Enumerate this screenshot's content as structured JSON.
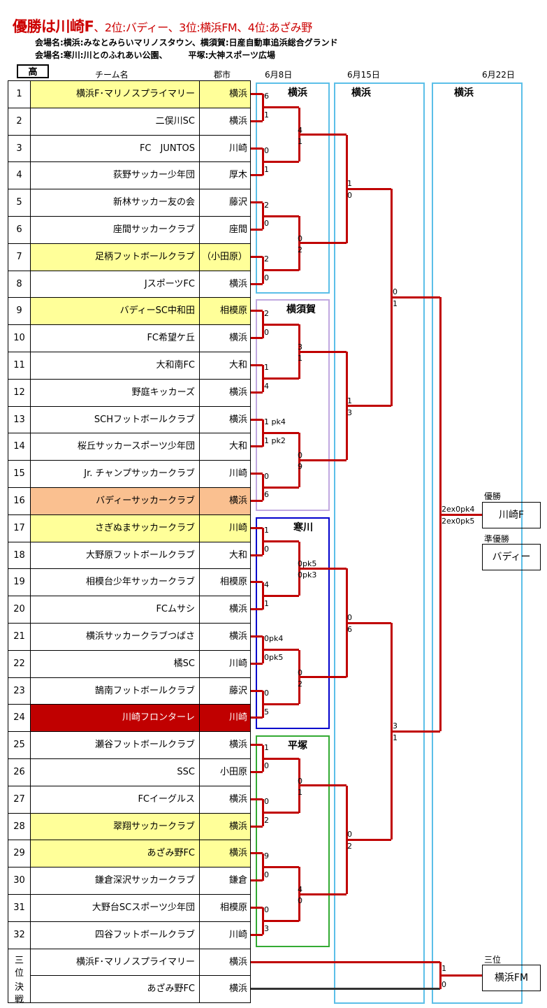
{
  "title": {
    "main": "優勝は川崎F",
    "rest": "、2位:バディー、3位:横浜FM、4位:あざみ野"
  },
  "venues": [
    "会場名:横浜:みなとみらいマリノスタウン、横須賀:日産自動車追浜総合グランド",
    "会場名:寒川:川とのふれあい公園、　　　平塚:大神スポーツ広場"
  ],
  "badge": "高",
  "headers": {
    "team": "チーム名",
    "city": "郡市",
    "dates": [
      "6月8日",
      "6月15日",
      "6月22日"
    ]
  },
  "teams": [
    {
      "no": "1",
      "name": "横浜F･マリノスプライマリー",
      "city": "横浜",
      "style": "yellow"
    },
    {
      "no": "2",
      "name": "二俣川SC",
      "city": "横浜",
      "style": ""
    },
    {
      "no": "3",
      "name": "FC　JUNTOS",
      "city": "川崎",
      "style": ""
    },
    {
      "no": "4",
      "name": "荻野サッカー少年団",
      "city": "厚木",
      "style": ""
    },
    {
      "no": "5",
      "name": "新林サッカー友の会",
      "city": "藤沢",
      "style": ""
    },
    {
      "no": "6",
      "name": "座間サッカークラブ",
      "city": "座間",
      "style": ""
    },
    {
      "no": "7",
      "name": "足柄フットボールクラブ",
      "city": "（小田原）",
      "style": "yellow"
    },
    {
      "no": "8",
      "name": "JスポーツFC",
      "city": "横浜",
      "style": ""
    },
    {
      "no": "9",
      "name": "バディーSC中和田",
      "city": "相模原",
      "style": "yellow"
    },
    {
      "no": "10",
      "name": "FC希望ケ丘",
      "city": "横浜",
      "style": ""
    },
    {
      "no": "11",
      "name": "大和南FC",
      "city": "大和",
      "style": ""
    },
    {
      "no": "12",
      "name": "野庭キッカーズ",
      "city": "横浜",
      "style": ""
    },
    {
      "no": "13",
      "name": "SCHフットボールクラブ",
      "city": "横浜",
      "style": ""
    },
    {
      "no": "14",
      "name": "桜丘サッカースポーツ少年団",
      "city": "大和",
      "style": ""
    },
    {
      "no": "15",
      "name": "Jr. チャンプサッカークラブ",
      "city": "川崎",
      "style": ""
    },
    {
      "no": "16",
      "name": "バディーサッカークラブ",
      "city": "横浜",
      "style": "orange"
    },
    {
      "no": "17",
      "name": "さぎぬまサッカークラブ",
      "city": "川崎",
      "style": "yellow"
    },
    {
      "no": "18",
      "name": "大野原フットボールクラブ",
      "city": "大和",
      "style": ""
    },
    {
      "no": "19",
      "name": "相模台少年サッカークラブ",
      "city": "相模原",
      "style": ""
    },
    {
      "no": "20",
      "name": "FCムサシ",
      "city": "横浜",
      "style": ""
    },
    {
      "no": "21",
      "name": "横浜サッカークラブつばさ",
      "city": "横浜",
      "style": ""
    },
    {
      "no": "22",
      "name": "橘SC",
      "city": "川崎",
      "style": ""
    },
    {
      "no": "23",
      "name": "鵠南フットボールクラブ",
      "city": "藤沢",
      "style": ""
    },
    {
      "no": "24",
      "name": "川崎フロンターレ",
      "city": "川崎",
      "style": "champ"
    },
    {
      "no": "25",
      "name": "瀬谷フットボールクラブ",
      "city": "横浜",
      "style": ""
    },
    {
      "no": "26",
      "name": "SSC",
      "city": "小田原",
      "style": ""
    },
    {
      "no": "27",
      "name": "FCイーグルス",
      "city": "横浜",
      "style": ""
    },
    {
      "no": "28",
      "name": "翠翔サッカークラブ",
      "city": "横浜",
      "style": "yellow"
    },
    {
      "no": "29",
      "name": "あざみ野FC",
      "city": "横浜",
      "style": "yellow"
    },
    {
      "no": "30",
      "name": "鎌倉深沢サッカークラブ",
      "city": "鎌倉",
      "style": ""
    },
    {
      "no": "31",
      "name": "大野台SCスポーツ少年団",
      "city": "相模原",
      "style": ""
    },
    {
      "no": "32",
      "name": "四谷フットボールクラブ",
      "city": "川崎",
      "style": ""
    }
  ],
  "third_place": {
    "label": [
      "三",
      "位",
      "決",
      "戦"
    ],
    "teams": [
      {
        "name": "横浜F･マリノスプライマリー",
        "city": "横浜"
      },
      {
        "name": "あざみ野FC",
        "city": "横浜"
      }
    ]
  },
  "venue_labels": [
    "横浜",
    "横須賀",
    "寒川",
    "平塚",
    "横浜",
    "横浜"
  ],
  "scores": {
    "r1": [
      "6",
      "1",
      "0",
      "1",
      "2",
      "0",
      "2",
      "0",
      "2",
      "0",
      "1",
      "4",
      "1 pk4",
      "1 pk2",
      "0",
      "6",
      "1",
      "0",
      "4",
      "1",
      "0pk4",
      "0pk5",
      "0",
      "5",
      "1",
      "0",
      "0",
      "2",
      "9",
      "0",
      "0",
      "3"
    ],
    "r2": [
      "4",
      "1",
      "0",
      "2",
      "3",
      "1",
      "0",
      "9",
      "0pk5",
      "0pk3",
      "0",
      "2",
      "0",
      "1",
      "4",
      "0"
    ],
    "qf": [
      "1",
      "0",
      "1",
      "3",
      "0",
      "6",
      "0",
      "2"
    ],
    "sf": [
      "0",
      "1",
      "3",
      "1"
    ],
    "final": [
      "2ex0pk4",
      "2ex0pk5"
    ],
    "third": [
      "1",
      "0"
    ]
  },
  "results": {
    "winner_label": "優勝",
    "winner": "川崎F",
    "runner_label": "準優勝",
    "runner": "バディー",
    "third_label": "三位",
    "third": "横浜FM"
  },
  "colors": {
    "bracket": "#c00000",
    "yellow": "#ffff99",
    "orange": "#fac090",
    "champion": "#c00000",
    "box_yokohama": "#5bbfe8",
    "box_yokosuka": "#c0a8e0",
    "box_samukawa": "#0000cc",
    "box_hiratsuka": "#33aa33"
  }
}
